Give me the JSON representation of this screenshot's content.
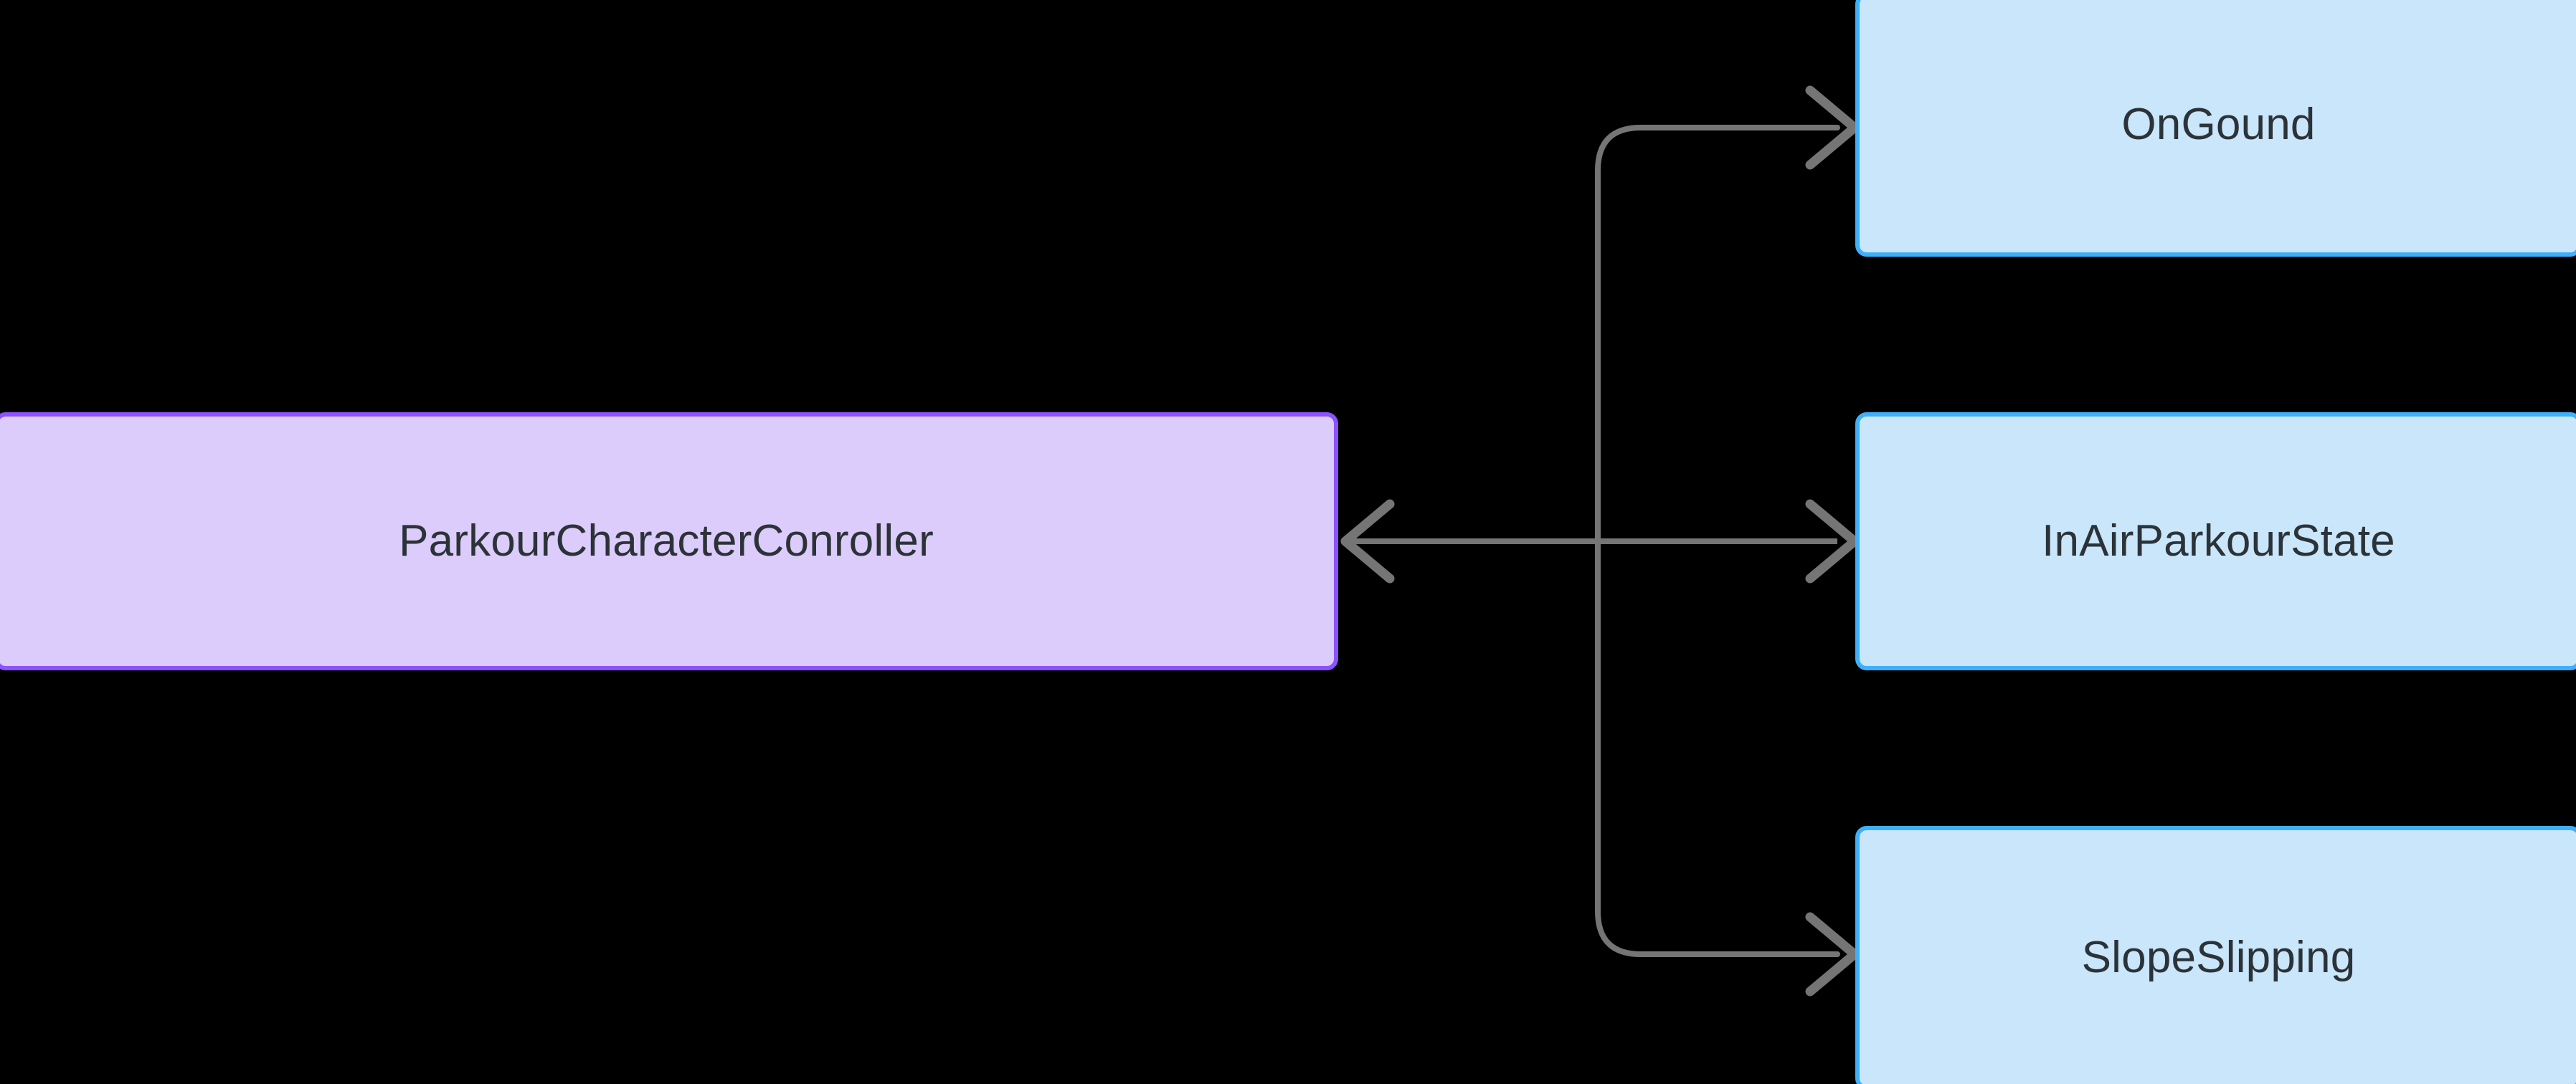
{
  "diagram": {
    "type": "flowchart",
    "orientation": "left-to-right",
    "background_color": "#000000",
    "edge_color": "#757575",
    "nodes": [
      {
        "id": "controller",
        "label": "ParkourCharacterConroller",
        "shape": "rounded-rectangle",
        "fill": "#dcccfb",
        "stroke": "#8c52ff",
        "text_color": "#2c3338",
        "role": "source"
      },
      {
        "id": "onground",
        "label": "OnGound",
        "shape": "rounded-rectangle",
        "fill": "#c9e6fb",
        "stroke": "#3eaffa",
        "text_color": "#2c3338",
        "role": "state"
      },
      {
        "id": "inair",
        "label": "InAirParkourState",
        "shape": "rounded-rectangle",
        "fill": "#c9e6fb",
        "stroke": "#3eaffa",
        "text_color": "#2c3338",
        "role": "state"
      },
      {
        "id": "slope",
        "label": "SlopeSlipping",
        "shape": "rounded-rectangle",
        "fill": "#c9e6fb",
        "stroke": "#3eaffa",
        "text_color": "#2c3338",
        "role": "state"
      }
    ],
    "edges": [
      {
        "id": "edge-controller-onground",
        "from": "controller",
        "to": "onground",
        "arrow": "end",
        "style": "orthogonal-rounded"
      },
      {
        "id": "edge-controller-inair",
        "from": "controller",
        "to": "inair",
        "arrow": "both",
        "style": "straight"
      },
      {
        "id": "edge-controller-slope",
        "from": "controller",
        "to": "slope",
        "arrow": "end",
        "style": "orthogonal-rounded"
      }
    ]
  }
}
